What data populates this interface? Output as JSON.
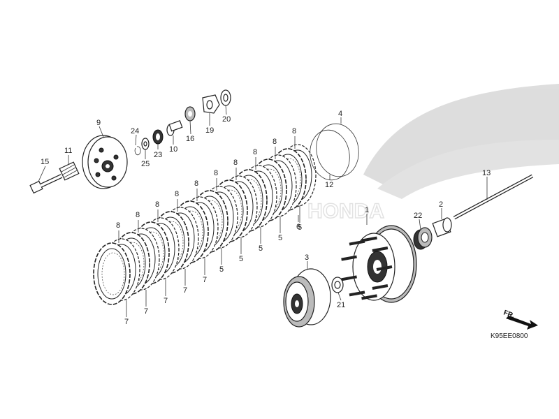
{
  "diagram_code": "K95EE0800",
  "direction_label": "FR.",
  "watermark": "HONDA",
  "callouts": {
    "c1": "1",
    "c2": "2",
    "c3": "3",
    "c4": "4",
    "c5": "5",
    "c6": "6",
    "c7": "7",
    "c8": "8",
    "c9": "9",
    "c10": "10",
    "c11": "11",
    "c12": "12",
    "c13": "13",
    "c15": "15",
    "c16": "16",
    "c19": "19",
    "c20": "20",
    "c21": "21",
    "c22": "22",
    "c23": "23",
    "c24": "24",
    "c25": "25"
  }
}
